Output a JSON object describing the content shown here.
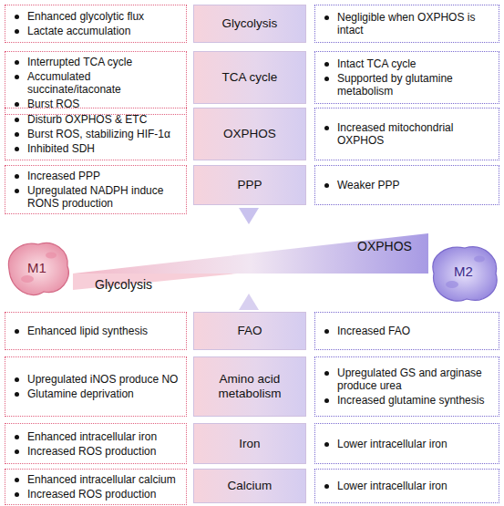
{
  "diagram": {
    "nodes": [
      {
        "text": [
          "Enhanced glycolytic flux",
          "Lactate accumulation"
        ]
      },
      {
        "text": [
          "Glycolysis"
        ]
      },
      {
        "text": [
          "Negligible when OXPHOS is intact"
        ]
      },
      {
        "text": [
          "Interrupted TCA cycle",
          "Accumulated succinate/itaconate",
          "Burst ROS"
        ]
      },
      {
        "text": [
          "TCA cycle"
        ]
      },
      {
        "text": [
          "Intact TCA cycle",
          "Supported by glutamine metabolism"
        ]
      },
      {
        "text": [
          "Disturb OXPHOS & ETC",
          "Burst ROS, stabilizing HIF-1α",
          "Inhibited SDH"
        ]
      },
      {
        "text": [
          "OXPHOS"
        ]
      },
      {
        "text": [
          "Increased mitochondrial OXPHOS"
        ]
      },
      {
        "text": [
          "Increased PPP",
          "Upregulated NADPH induce RONS production"
        ]
      },
      {
        "text": [
          "PPP"
        ]
      },
      {
        "text": [
          "Weaker PPP"
        ]
      },
      {
        "text": [
          "Enhanced lipid synthesis"
        ]
      },
      {
        "text": [
          "FAO"
        ]
      },
      {
        "text": [
          "Increased FAO"
        ]
      },
      {
        "text": [
          "Upregulated iNOS produce NO",
          "Glutamine deprivation"
        ]
      },
      {
        "text": [
          "Amino acid metabolism"
        ]
      },
      {
        "text": [
          "Upregulated GS and arginase produce urea",
          "Increased glutamine synthesis"
        ]
      },
      {
        "text": [
          "Enhanced intracellular iron",
          "Increased ROS production"
        ]
      },
      {
        "text": [
          "Iron"
        ]
      },
      {
        "text": [
          "Lower intracellular iron"
        ]
      },
      {
        "text": [
          "Enhanced intracellular calcium",
          "Increased ROS production"
        ]
      },
      {
        "text": [
          "Calcium"
        ]
      },
      {
        "text": [
          "Lower intracellular iron"
        ]
      }
    ],
    "edges": [],
    "labels": [
      "M1",
      "Glycolysis",
      "OXPHOS",
      "M2"
    ]
  }
}
